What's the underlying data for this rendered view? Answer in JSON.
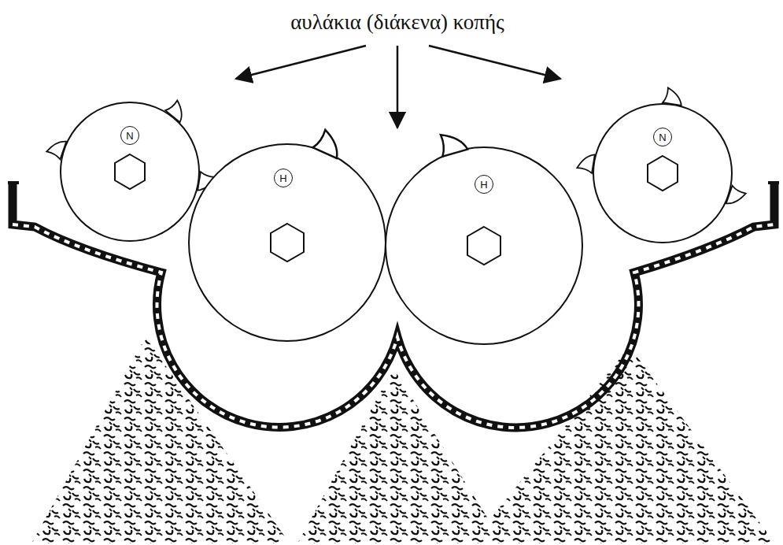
{
  "diagram": {
    "nodes": [
      {
        "text": [
          "N"
        ]
      },
      {
        "text": [
          "H"
        ]
      },
      {
        "text": [
          "H"
        ]
      },
      {
        "text": [
          "N"
        ]
      }
    ],
    "labels": [
      "αυλάκια (διάκενα) κοπής"
    ]
  }
}
